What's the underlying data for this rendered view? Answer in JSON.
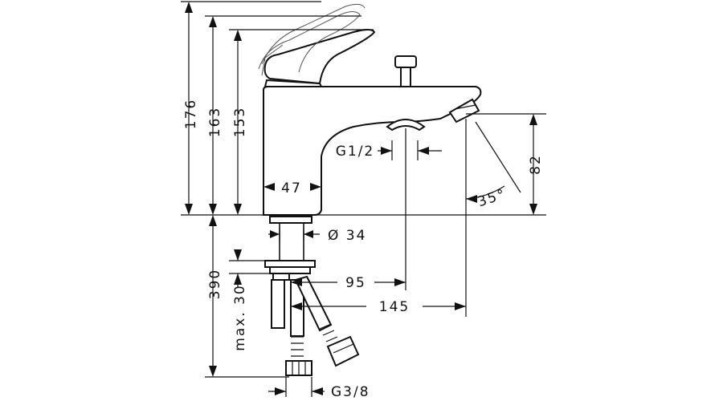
{
  "dimensions": {
    "h176": "176",
    "h163": "163",
    "h153": "153",
    "w47": "47",
    "g12": "G1/2",
    "h82": "82",
    "angle": "35°",
    "d34": "Ø 34",
    "h390": "390",
    "max30": "max. 30",
    "l95": "95",
    "l145": "145",
    "g38": "G3/8"
  }
}
